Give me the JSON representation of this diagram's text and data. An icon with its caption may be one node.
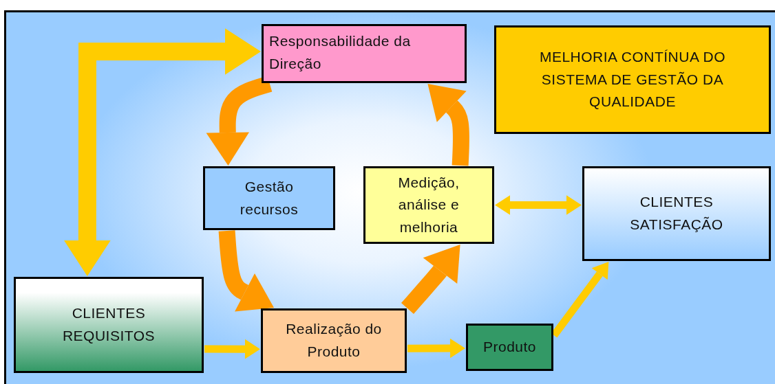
{
  "diagram": {
    "nodes": [
      {
        "text": [
          "Responsabilidade da Direção"
        ]
      },
      {
        "text": [
          "MELHORIA CONTÍNUA DO SISTEMA DE GESTÃO DA QUALIDADE"
        ]
      },
      {
        "text": [
          "Gestão recursos"
        ]
      },
      {
        "text": [
          "Medição, análise e melhoria"
        ]
      },
      {
        "text": [
          "CLIENTES SATISFAÇÃO"
        ]
      },
      {
        "text": [
          "CLIENTES REQUISITOS"
        ]
      },
      {
        "text": [
          "Realização do Produto"
        ]
      },
      {
        "text": [
          "Produto"
        ]
      }
    ],
    "edges": [
      {
        "from": 5,
        "to": 0,
        "arrow": "both"
      },
      {
        "from": 0,
        "to": 2,
        "arrow": "to",
        "color": "#ff9900"
      },
      {
        "from": 2,
        "to": 6,
        "arrow": "to",
        "color": "#ff9900"
      },
      {
        "from": 6,
        "to": 3,
        "arrow": "to",
        "color": "#ff9900"
      },
      {
        "from": 3,
        "to": 0,
        "arrow": "to",
        "color": "#ff9900"
      },
      {
        "from": 3,
        "to": 4,
        "arrow": "both"
      },
      {
        "from": 5,
        "to": 6,
        "arrow": "to"
      },
      {
        "from": 6,
        "to": 7,
        "arrow": "to"
      },
      {
        "from": 7,
        "to": 4,
        "arrow": "to"
      }
    ]
  }
}
